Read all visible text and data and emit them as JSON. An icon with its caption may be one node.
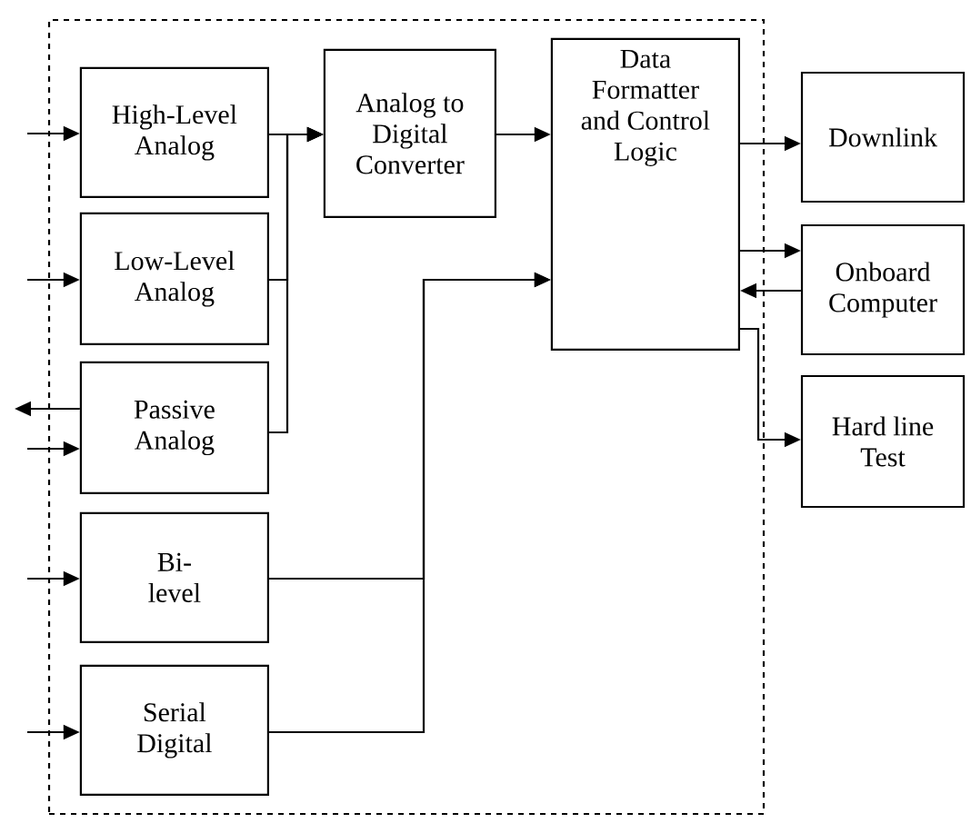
{
  "diagram": {
    "nodes": [
      {
        "text": [],
        "shape": "box"
      },
      {
        "text": [
          "High-Level Analog"
        ],
        "in": 0
      },
      {
        "text": [
          "Low-Level Analog"
        ],
        "in": 0
      },
      {
        "text": [
          "Passive Analog"
        ],
        "in": 0
      },
      {
        "text": [
          "Bi- level"
        ],
        "in": 0
      },
      {
        "text": [
          "Serial Digital"
        ],
        "in": 0
      },
      {
        "text": [
          "Analog to Digital Converter"
        ],
        "in": 0
      },
      {
        "text": [
          "Data Formatter and Control Logic"
        ],
        "in": 0
      },
      {
        "text": [
          "Downlink"
        ]
      },
      {
        "text": [
          "Onboard Computer"
        ]
      },
      {
        "text": [
          "Hard line Test"
        ]
      }
    ],
    "edges": [
      {
        "from": null,
        "to": 1,
        "arrow": "to"
      },
      {
        "from": null,
        "to": 2,
        "arrow": "to"
      },
      {
        "from": null,
        "to": 3,
        "arrow": "to"
      },
      {
        "from": 3,
        "to": null,
        "arrow": "to"
      },
      {
        "from": null,
        "to": 4,
        "arrow": "to"
      },
      {
        "from": null,
        "to": 5,
        "arrow": "to"
      },
      {
        "from": 1,
        "to": 6,
        "arrow": "to"
      },
      {
        "from": 2,
        "to": 6,
        "arrow": "to"
      },
      {
        "from": 3,
        "to": 6,
        "arrow": "to"
      },
      {
        "from": 6,
        "to": 7,
        "arrow": "to"
      },
      {
        "from": 4,
        "to": 7,
        "arrow": "to"
      },
      {
        "from": 5,
        "to": 7,
        "arrow": "to"
      },
      {
        "from": 7,
        "to": 8,
        "arrow": "to"
      },
      {
        "from": 7,
        "to": 9,
        "arrow": "to"
      },
      {
        "from": 9,
        "to": 7,
        "arrow": "to"
      },
      {
        "from": 7,
        "to": 10,
        "arrow": "to"
      }
    ]
  }
}
